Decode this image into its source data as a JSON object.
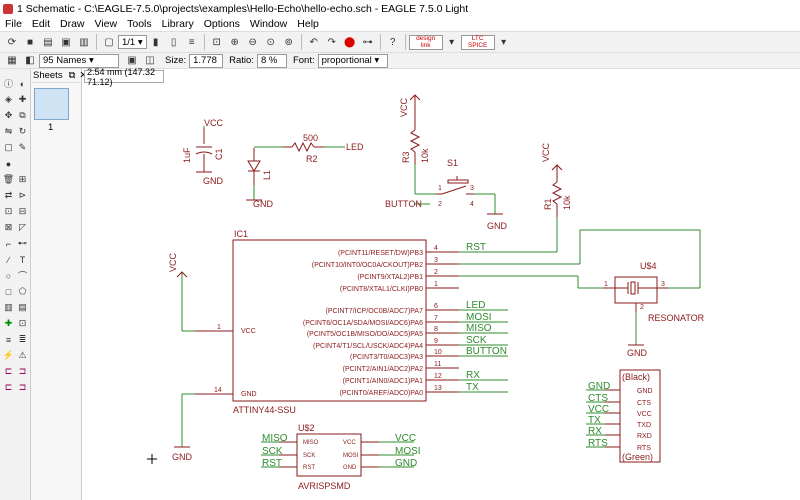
{
  "window": {
    "title": "1 Schematic - C:\\EAGLE-7.5.0\\projects\\examples\\Hello-Echo\\hello-echo.sch - EAGLE 7.5.0 Light"
  },
  "menu": [
    "File",
    "Edit",
    "Draw",
    "View",
    "Tools",
    "Library",
    "Options",
    "Window",
    "Help"
  ],
  "toolbar": {
    "sheet_select": "1/1",
    "brand1": "design link",
    "brand2": "LTC SPICE"
  },
  "toolbar2": {
    "layer_select": "95 Names",
    "size_label": "Size:",
    "size_value": "1.778",
    "ratio_label": "Ratio:",
    "ratio_value": "8 %",
    "font_label": "Font:",
    "font_value": "proportional"
  },
  "sheets_panel": {
    "title": "Sheets",
    "sheet_number": "1"
  },
  "coordinate": "2.54 mm (147.32 71.12)",
  "schematic": {
    "c1": {
      "supply": "VCC",
      "value": "1uF",
      "name": "C1",
      "gnd": "GND"
    },
    "r2": {
      "value": "500",
      "name": "R2",
      "net": "LED"
    },
    "l1": {
      "name": "L1",
      "gnd": "GND"
    },
    "r3": {
      "supply": "VCC",
      "name": "R3",
      "value": "10k"
    },
    "s1": {
      "name": "S1",
      "pin1": "1",
      "pin2": "2",
      "pin3": "3",
      "pin4": "4",
      "net": "BUTTON",
      "gnd": "GND"
    },
    "r1": {
      "supply": "VCC",
      "name": "R1",
      "value": "10k"
    },
    "ic1": {
      "name": "IC1",
      "part": "ATTINY44-SSU",
      "vcc_supply": "VCC",
      "gnd_net": "GND",
      "left_pins": [
        {
          "num": "1",
          "label": "VCC"
        },
        {
          "num": "14",
          "label": "GND"
        }
      ],
      "right_pins": [
        {
          "num": "4",
          "label": "(PCINT11/RESET/DW)PB3",
          "net": "RST"
        },
        {
          "num": "3",
          "label": "(PCINT10/INT0/OC0A/CKOUT)PB2",
          "net": ""
        },
        {
          "num": "2",
          "label": "(PCINT9/XTAL2)PB1",
          "net": ""
        },
        {
          "num": "1",
          "label": "(PCINT8/XTAL1/CLKI)PB0",
          "net": ""
        },
        {
          "num": "6",
          "label": "(PCINT7/ICP/OC0B/ADC7)PA7",
          "net": "LED"
        },
        {
          "num": "7",
          "label": "(PCINT6/OC1A/SDA/MOSI/ADC6)PA6",
          "net": "MOSI"
        },
        {
          "num": "8",
          "label": "(PCINT5/OC1B/MISO/DO/ADC5)PA5",
          "net": "MISO"
        },
        {
          "num": "9",
          "label": "(PCINT4/T1/SCL/USCK/ADC4)PA4",
          "net": "SCK"
        },
        {
          "num": "10",
          "label": "(PCINT3/T0/ADC3)PA3",
          "net": "BUTTON"
        },
        {
          "num": "11",
          "label": "(PCINT2/AIN1/ADC2)PA2",
          "net": ""
        },
        {
          "num": "12",
          "label": "(PCINT1/AIN0/ADC1)PA1",
          "net": "RX"
        },
        {
          "num": "13",
          "label": "(PCINT0/AREF/ADC0)PA0",
          "net": "TX"
        }
      ]
    },
    "u4": {
      "name": "U$4",
      "part": "RESONATOR",
      "pin1": "1",
      "pin2": "2",
      "pin3": "3",
      "gnd": "GND"
    },
    "ftdi": {
      "top": "(Black)",
      "bottom": "(Green)",
      "pins": [
        "GND",
        "CTS",
        "VCC",
        "TXD",
        "RXD",
        "RTS"
      ],
      "nets": [
        "GND",
        "CTS",
        "VCC",
        "TX",
        "RX",
        "RTS"
      ]
    },
    "u2": {
      "name": "U$2",
      "part": "AVRISPSMD",
      "left_pins": [
        "MISO",
        "SCK",
        "RST"
      ],
      "right_pins": [
        "VCC",
        "MOSI",
        "GND"
      ],
      "left_nets": [
        "MISO",
        "SCK",
        "RST"
      ],
      "right_nets": [
        "VCC",
        "MOSI",
        "GND"
      ]
    }
  }
}
